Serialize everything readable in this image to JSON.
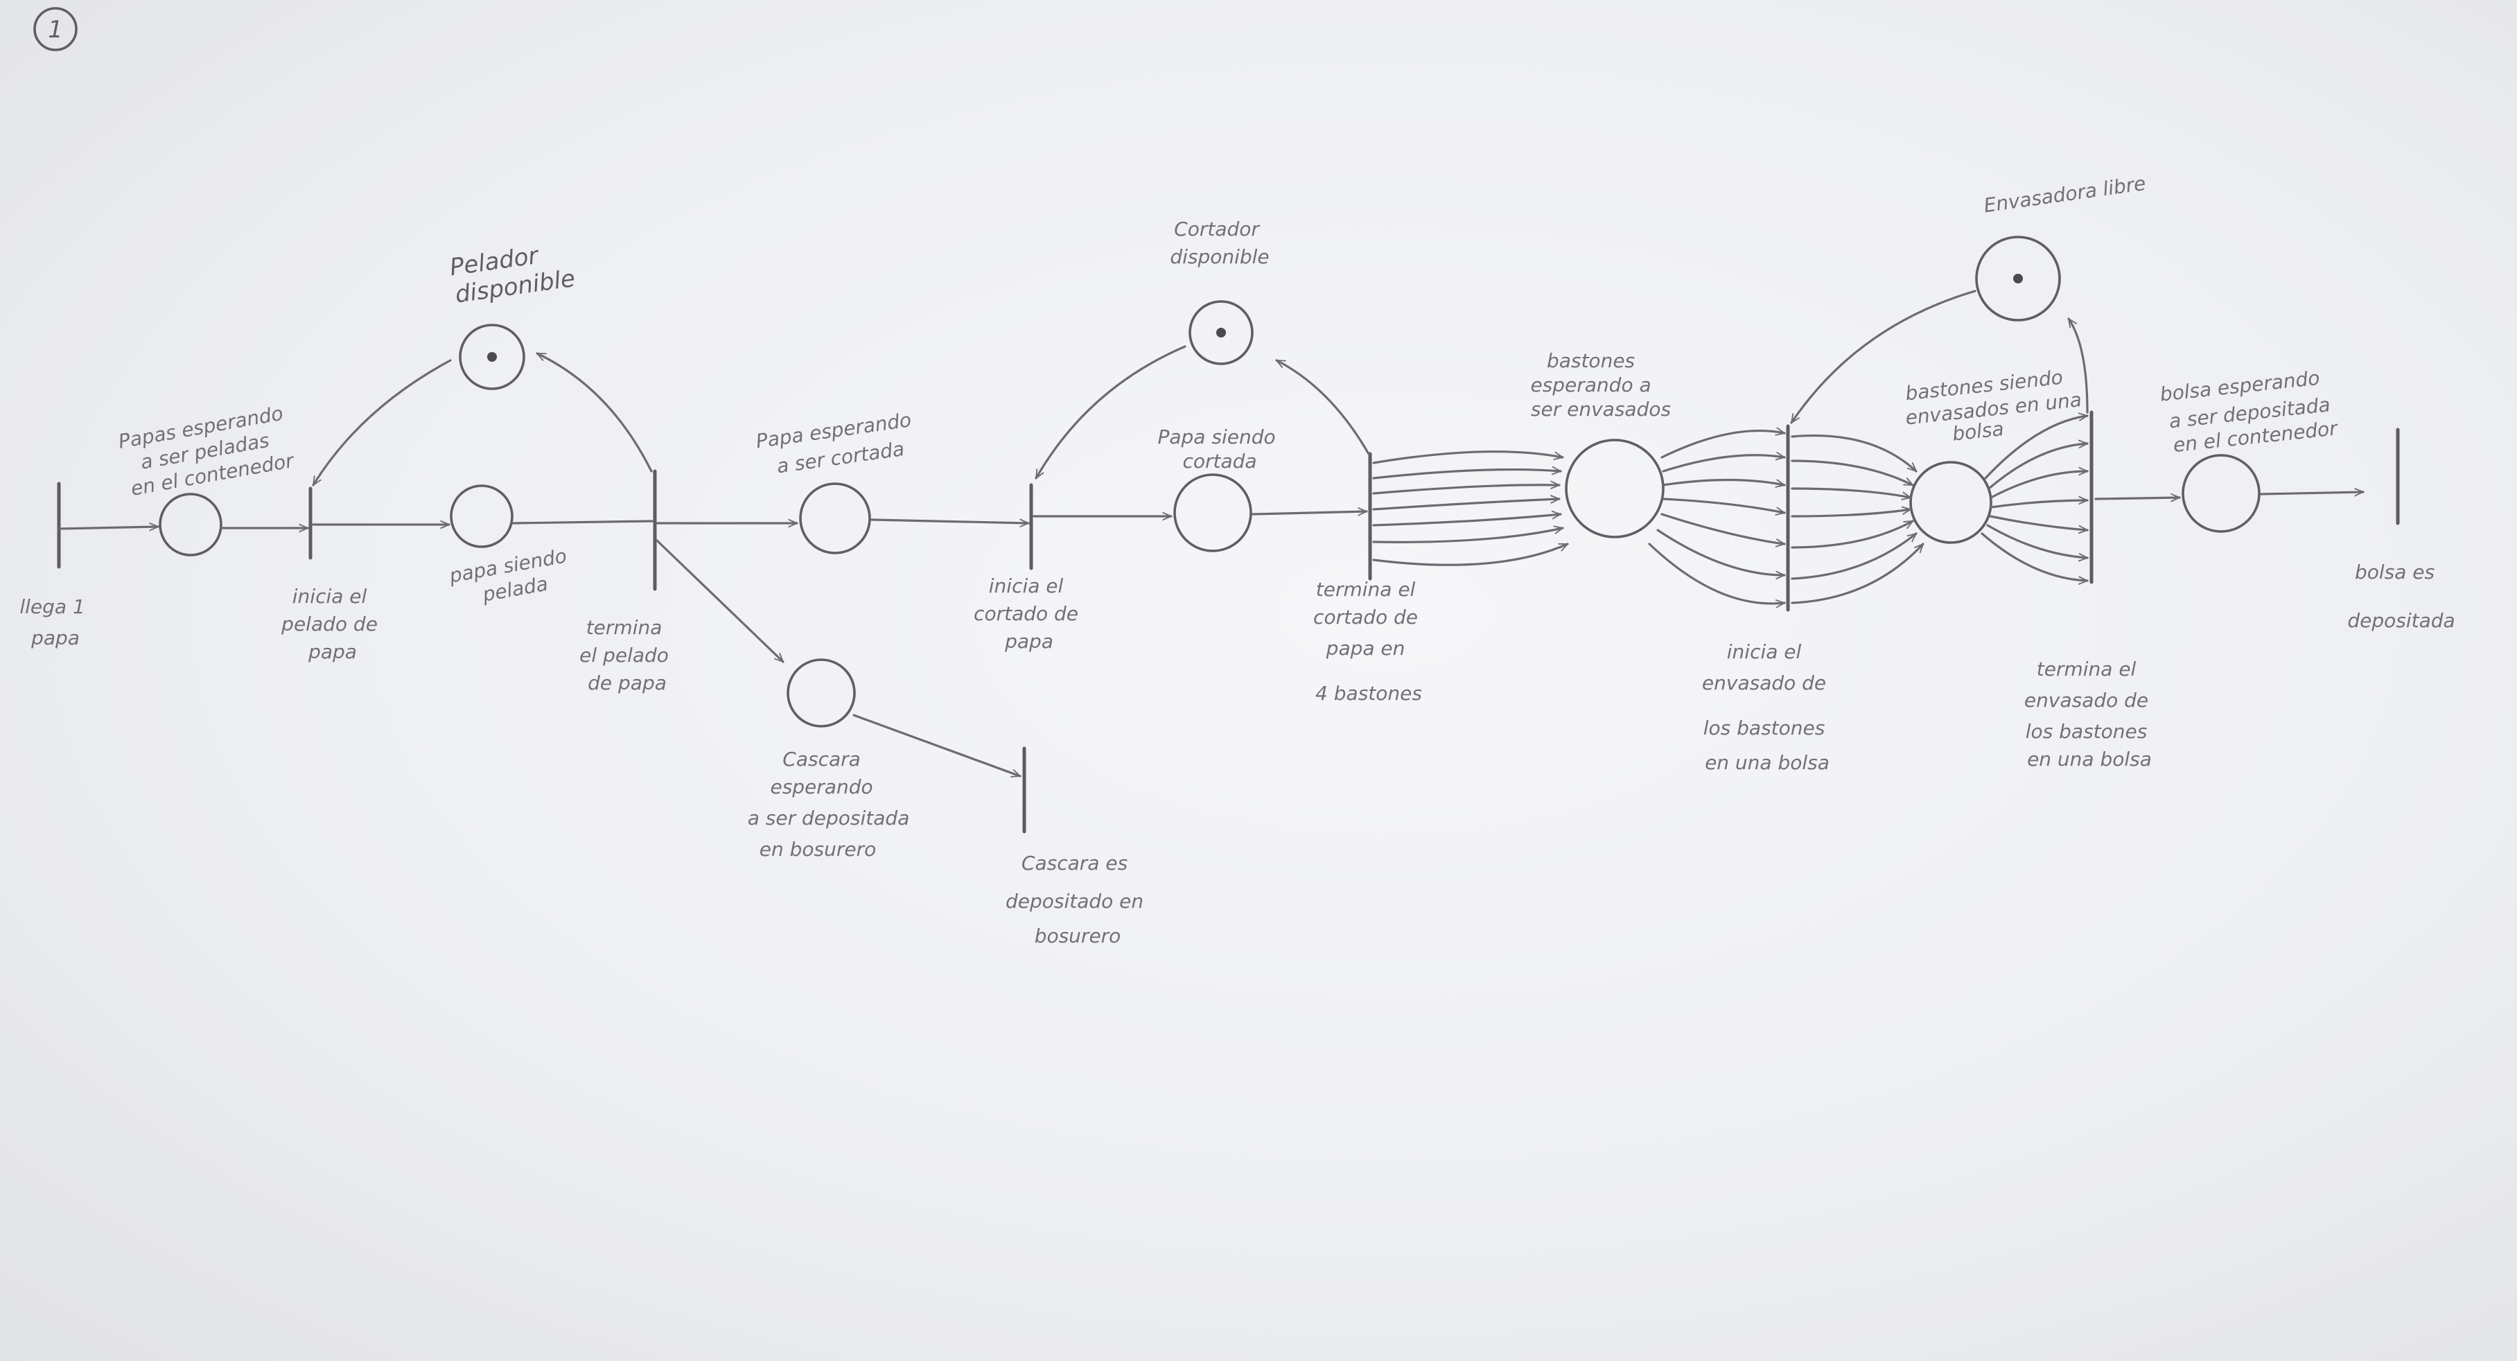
{
  "page_number": "1",
  "places": {
    "p1": {
      "label": [
        "Papas esperando",
        "a ser peladas",
        "en el contenedor"
      ]
    },
    "p2": {
      "label": [
        "Pelador",
        "disponible"
      ]
    },
    "p3": {
      "label": [
        "papa siendo",
        "pelada"
      ]
    },
    "p4": {
      "label": [
        "Papa esperando",
        "a ser cortada"
      ]
    },
    "p5": {
      "label": [
        "Cascara",
        "esperando",
        "a ser depositada",
        "en bosurero"
      ]
    },
    "p6": {
      "label": [
        "Cortador",
        "disponible"
      ]
    },
    "p7": {
      "label": [
        "Papa siendo",
        "cortada"
      ]
    },
    "p8": {
      "label": [
        "bastones",
        "esperando a",
        "ser envasados"
      ]
    },
    "p9": {
      "label": [
        "Envasadora libre"
      ]
    },
    "p10": {
      "label": [
        "bastones siendo",
        "envasados en una",
        "bolsa"
      ]
    },
    "p11": {
      "label": [
        "bolsa esperando",
        "a ser depositada",
        "en el contenedor"
      ]
    }
  },
  "transitions": {
    "t1": {
      "label": [
        "llega 1",
        "papa"
      ]
    },
    "t2": {
      "label": [
        "inicia el",
        "pelado de",
        "papa"
      ]
    },
    "t3": {
      "label": [
        "termina",
        "el pelado",
        "de papa"
      ]
    },
    "t4": {
      "label": [
        "inicia el",
        "cortado de",
        "papa"
      ]
    },
    "t5": {
      "label": [
        "Cascara es",
        "depositado en",
        "bosurero"
      ]
    },
    "t6": {
      "label": [
        "termina el",
        "cortado de",
        "papa en",
        "4 bastones"
      ]
    },
    "t7": {
      "label": [
        "inicia el",
        "envasado de",
        "los bastones",
        "en una bolsa"
      ]
    },
    "t8": {
      "label": [
        "termina el",
        "envasado de",
        "los bastones",
        "en una bolsa"
      ]
    },
    "t9": {
      "label": [
        "bolsa es",
        "depositada"
      ]
    }
  }
}
